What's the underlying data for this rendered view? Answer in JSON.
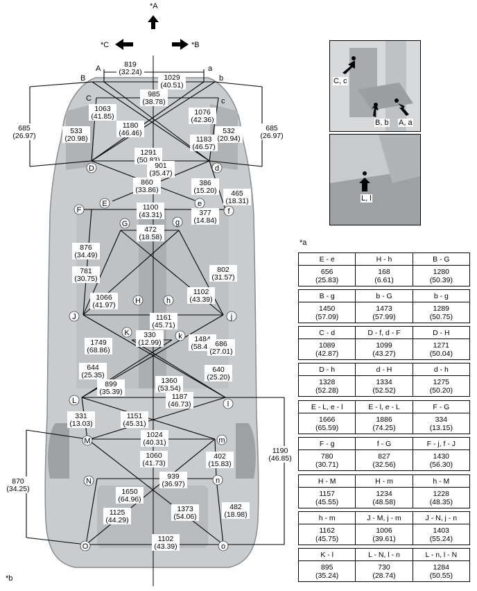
{
  "markers": {
    "up": "*A",
    "right": "*B",
    "left": "*C",
    "table_note": "*a",
    "bottom_note": "*b"
  },
  "inset_top": {
    "labels": [
      "C, c",
      "B, b",
      "A, a"
    ]
  },
  "inset_bottom": {
    "labels": [
      "L, l"
    ]
  },
  "points": [
    "A",
    "a",
    "B",
    "b",
    "C",
    "c",
    "D",
    "d",
    "E",
    "e",
    "F",
    "f",
    "G",
    "g",
    "H",
    "h",
    "J",
    "j",
    "K",
    "k",
    "L",
    "l",
    "M",
    "m",
    "N",
    "n",
    "O",
    "o"
  ],
  "dimensions": [
    {
      "mm": "819",
      "in": "(32.24)"
    },
    {
      "mm": "1029",
      "in": "(40.51)"
    },
    {
      "mm": "985",
      "in": "(38.78)"
    },
    {
      "mm": "1063",
      "in": "(41.85)"
    },
    {
      "mm": "1076",
      "in": "(42.36)"
    },
    {
      "mm": "1180",
      "in": "(46.46)"
    },
    {
      "mm": "1183",
      "in": "(46.57)"
    },
    {
      "mm": "685",
      "in": "(26.97)"
    },
    {
      "mm": "685",
      "in": "(26.97)"
    },
    {
      "mm": "533",
      "in": "(20.98)"
    },
    {
      "mm": "532",
      "in": "(20.94)"
    },
    {
      "mm": "1291",
      "in": "(50.83)"
    },
    {
      "mm": "901",
      "in": "(35.47)"
    },
    {
      "mm": "860",
      "in": "(33.86)"
    },
    {
      "mm": "386",
      "in": "(15.20)"
    },
    {
      "mm": "465",
      "in": "(18.31)"
    },
    {
      "mm": "1100",
      "in": "(43.31)"
    },
    {
      "mm": "472",
      "in": "(18.58)"
    },
    {
      "mm": "377",
      "in": "(14.84)"
    },
    {
      "mm": "876",
      "in": "(34.49)"
    },
    {
      "mm": "781",
      "in": "(30.75)"
    },
    {
      "mm": "802",
      "in": "(31.57)"
    },
    {
      "mm": "1066",
      "in": "(41.97)"
    },
    {
      "mm": "1102",
      "in": "(43.39)"
    },
    {
      "mm": "1161",
      "in": "(45.71)"
    },
    {
      "mm": "330",
      "in": "(12.99)"
    },
    {
      "mm": "1484",
      "in": "(58.43)"
    },
    {
      "mm": "686",
      "in": "(27.01)"
    },
    {
      "mm": "1749",
      "in": "(68.86)"
    },
    {
      "mm": "640",
      "in": "(25.20)"
    },
    {
      "mm": "644",
      "in": "(25.35)"
    },
    {
      "mm": "1360",
      "in": "(53.54)"
    },
    {
      "mm": "899",
      "in": "(35.39)"
    },
    {
      "mm": "1187",
      "in": "(46.73)"
    },
    {
      "mm": "331",
      "in": "(13.03)"
    },
    {
      "mm": "1151",
      "in": "(45.31)"
    },
    {
      "mm": "1024",
      "in": "(40.31)"
    },
    {
      "mm": "1060",
      "in": "(41.73)"
    },
    {
      "mm": "402",
      "in": "(15.83)"
    },
    {
      "mm": "1190",
      "in": "(46.85)"
    },
    {
      "mm": "939",
      "in": "(36.97)"
    },
    {
      "mm": "870",
      "in": "(34.25)"
    },
    {
      "mm": "1650",
      "in": "(64.96)"
    },
    {
      "mm": "1373",
      "in": "(54.06)"
    },
    {
      "mm": "482",
      "in": "(18.98)"
    },
    {
      "mm": "1125",
      "in": "(44.29)"
    },
    {
      "mm": "1102",
      "in": "(43.39)"
    }
  ],
  "table": [
    [
      {
        "h": "E - e",
        "mm": "656",
        "in": "(25.83)"
      },
      {
        "h": "H - h",
        "mm": "168",
        "in": "(6.61)"
      },
      {
        "h": "B - G",
        "mm": "1280",
        "in": "(50.39)"
      }
    ],
    [
      {
        "h": "B - g",
        "mm": "1450",
        "in": "(57.09)"
      },
      {
        "h": "b - G",
        "mm": "1473",
        "in": "(57.99)"
      },
      {
        "h": "b - g",
        "mm": "1289",
        "in": "(50.75)"
      }
    ],
    [
      {
        "h": "C - d",
        "mm": "1089",
        "in": "(42.87)"
      },
      {
        "h": "D - f, d - F",
        "mm": "1099",
        "in": "(43.27)"
      },
      {
        "h": "D - H",
        "mm": "1271",
        "in": "(50.04)"
      }
    ],
    [
      {
        "h": "D - h",
        "mm": "1328",
        "in": "(52.28)"
      },
      {
        "h": "d - H",
        "mm": "1334",
        "in": "(52.52)"
      },
      {
        "h": "d - h",
        "mm": "1275",
        "in": "(50.20)"
      }
    ],
    [
      {
        "h": "E - L, e - l",
        "mm": "1666",
        "in": "(65.59)"
      },
      {
        "h": "E - l, e - L",
        "mm": "1886",
        "in": "(74.25)"
      },
      {
        "h": "F - G",
        "mm": "334",
        "in": "(13.15)"
      }
    ],
    [
      {
        "h": "F - g",
        "mm": "780",
        "in": "(30.71)"
      },
      {
        "h": "f - G",
        "mm": "827",
        "in": "(32.56)"
      },
      {
        "h": "F - j, f - J",
        "mm": "1430",
        "in": "(56.30)"
      }
    ],
    [
      {
        "h": "H - M",
        "mm": "1157",
        "in": "(45.55)"
      },
      {
        "h": "H - m",
        "mm": "1234",
        "in": "(48.58)"
      },
      {
        "h": "h - M",
        "mm": "1228",
        "in": "(48.35)"
      }
    ],
    [
      {
        "h": "h - m",
        "mm": "1162",
        "in": "(45.75)"
      },
      {
        "h": "J - M, j - m",
        "mm": "1006",
        "in": "(39.61)"
      },
      {
        "h": "J - N, j - n",
        "mm": "1403",
        "in": "(55.24)"
      }
    ],
    [
      {
        "h": "K - l",
        "mm": "895",
        "in": "(35.24)"
      },
      {
        "h": "L - N, l - n",
        "mm": "730",
        "in": "(28.74)"
      },
      {
        "h": "L - n, l - N",
        "mm": "1284",
        "in": "(50.55)"
      }
    ]
  ]
}
